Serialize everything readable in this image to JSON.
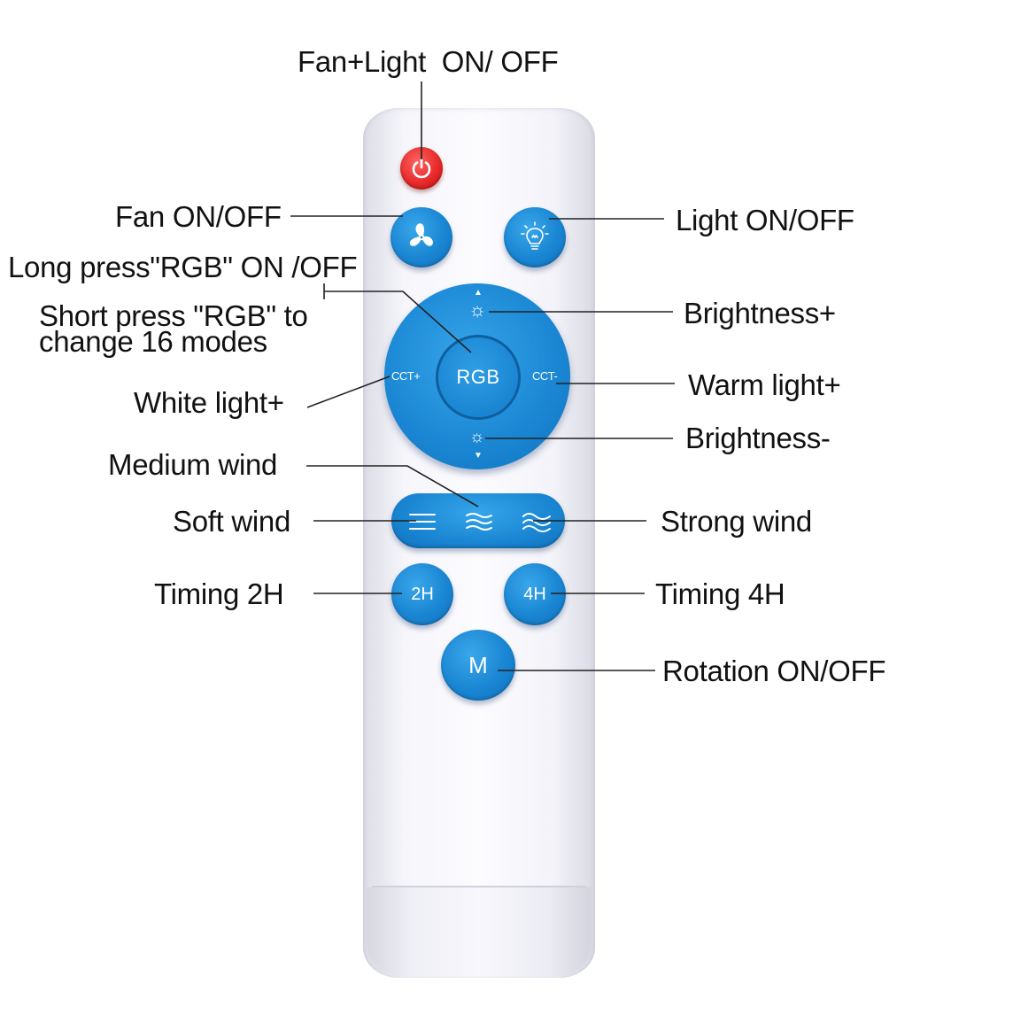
{
  "buttons": {
    "rgb": "RGB",
    "cct_plus": "CCT+",
    "cct_minus": "CCT-",
    "timing_2h": "2H",
    "timing_4h": "4H",
    "mode": "M"
  },
  "labels": {
    "fan_light_power": "Fan+Light  ON/ OFF",
    "fan_power": "Fan ON/OFF",
    "light_power": "Light ON/OFF",
    "rgb_long": "Long press\"RGB\" ON /OFF",
    "rgb_short_line1": "Short press \"RGB\" to",
    "rgb_short_line2": "change 16 modes",
    "brightness_up": "Brightness+",
    "warm_light": "Warm light+",
    "white_light": "White light+",
    "brightness_down": "Brightness-",
    "medium_wind": "Medium wind",
    "soft_wind": "Soft wind",
    "strong_wind": "Strong wind",
    "timing_2h": "Timing 2H",
    "timing_4h": "Timing 4H",
    "rotation": "Rotation ON/OFF"
  },
  "colors": {
    "button_blue": "#1a86d3",
    "power_red": "#e52727",
    "remote_body": "#f6f6fb",
    "text": "#111111"
  },
  "icons": {
    "power": "power-icon",
    "fan": "fan-icon",
    "light": "bulb-icon",
    "brightness": "sun-icon",
    "wind": "wind-wave-icon"
  }
}
